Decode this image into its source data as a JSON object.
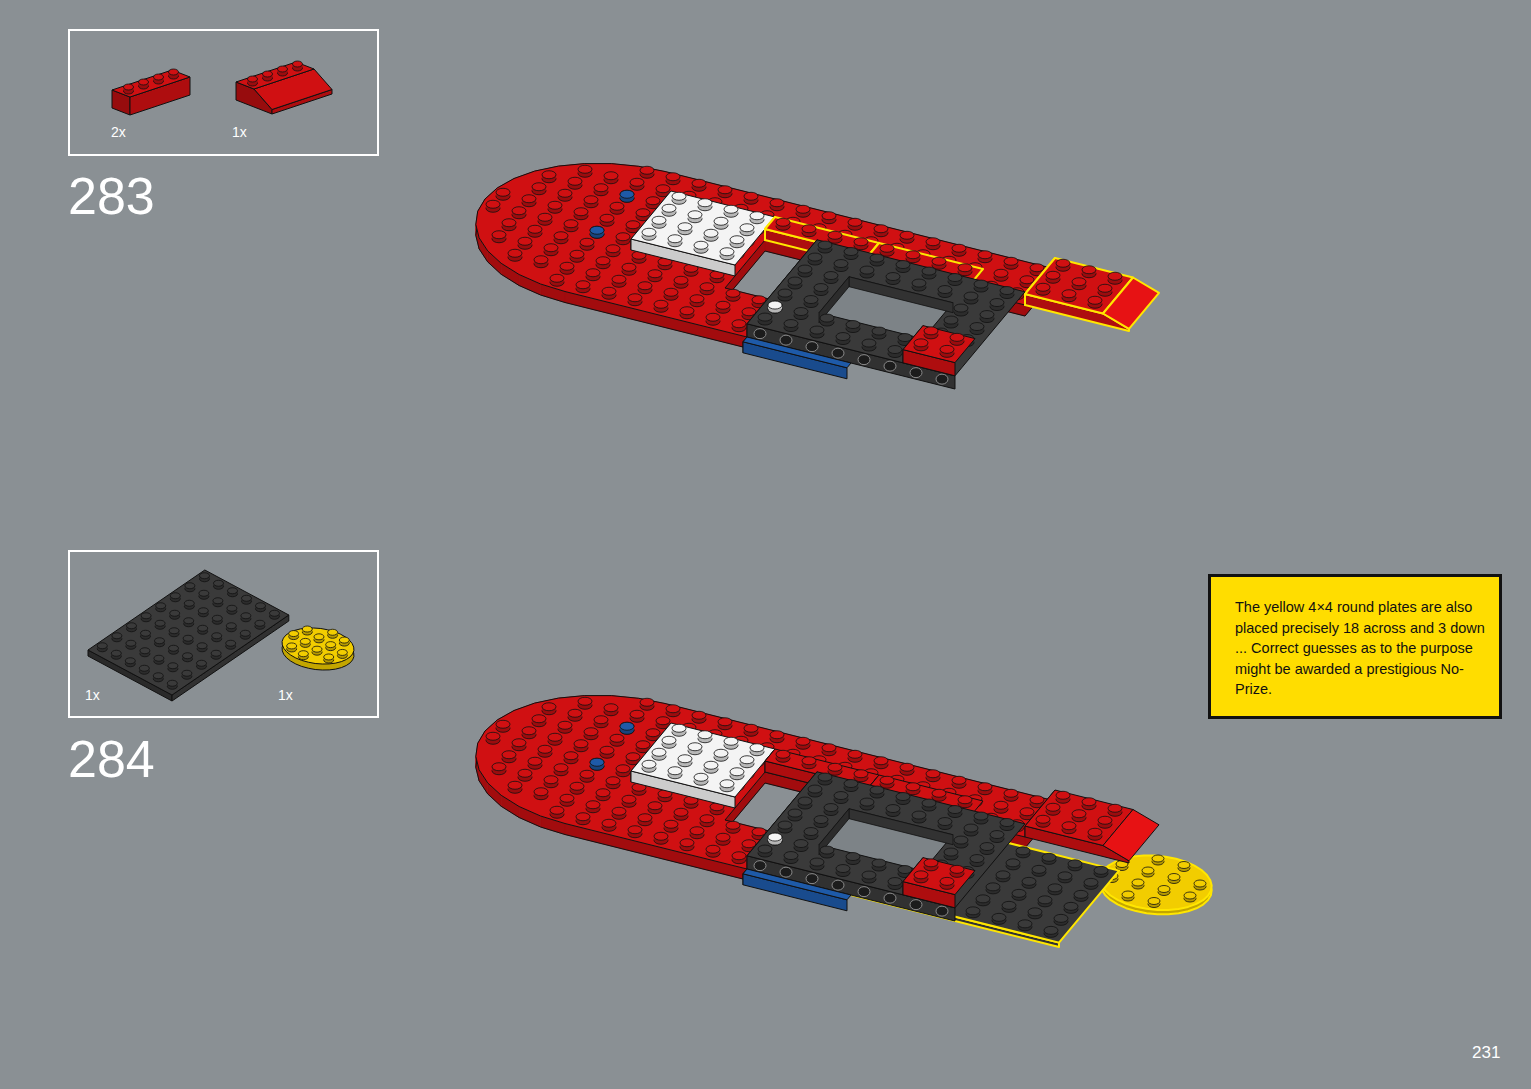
{
  "diagram": {
    "nodes": [
      {
        "text": [
          "2x",
          "1x"
        ]
      },
      {
        "text": [
          "1x",
          "1x"
        ]
      },
      {
        "text": [
          "The yellow 4×4 round plates are also placed precisely 18 across and 3 down ... Correct guesses as to the purpose might be awarded a prestigious No-Prize."
        ]
      }
    ],
    "labels": [
      "283",
      "284",
      "231"
    ]
  }
}
